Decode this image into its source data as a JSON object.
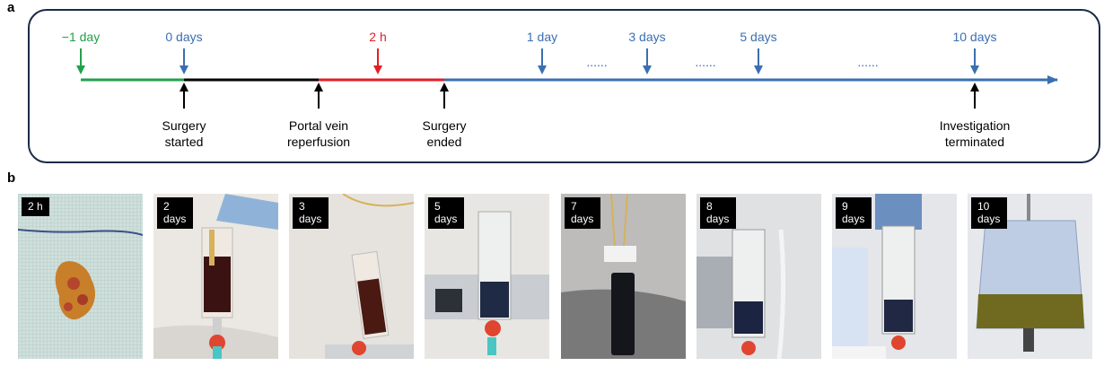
{
  "panel_a": {
    "letter": "a",
    "top_labels": [
      {
        "text": "−1 day",
        "color": "#22a04b"
      },
      {
        "text": "0 days",
        "color": "#3a6fb0"
      },
      {
        "text": "2 h",
        "color": "#e31e24"
      },
      {
        "text": "1 day",
        "color": "#3a6fb0"
      },
      {
        "text": "3 days",
        "color": "#3a6fb0"
      },
      {
        "text": "5 days",
        "color": "#3a6fb0"
      },
      {
        "text": "10 days",
        "color": "#3a6fb0"
      }
    ],
    "ellipses": [
      "......",
      "......",
      "......"
    ],
    "events": [
      {
        "line1": "Surgery",
        "line2": "started"
      },
      {
        "line1": "Portal vein",
        "line2": "reperfusion"
      },
      {
        "line1": "Surgery",
        "line2": "ended"
      },
      {
        "line1": "Investigation",
        "line2": "terminated"
      }
    ],
    "colors": {
      "green": "#22a04b",
      "blue": "#3a6fb0",
      "red": "#e31e24",
      "black": "#000000",
      "frame": "#1b2a47"
    }
  },
  "panel_b": {
    "letter": "b",
    "photos": [
      {
        "line1": "2 h",
        "line2": ""
      },
      {
        "line1": "2",
        "line2": "days"
      },
      {
        "line1": "3",
        "line2": "days"
      },
      {
        "line1": "5",
        "line2": "days"
      },
      {
        "line1": "7",
        "line2": "days"
      },
      {
        "line1": "8",
        "line2": "days"
      },
      {
        "line1": "9",
        "line2": "days"
      },
      {
        "line1": "10",
        "line2": "days"
      }
    ]
  }
}
